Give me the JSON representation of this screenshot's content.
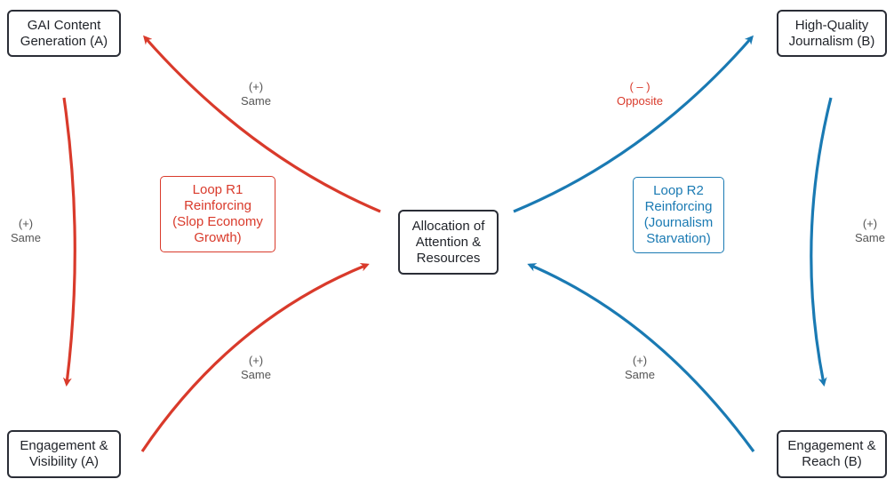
{
  "colors": {
    "red": "#d93a2b",
    "blue": "#1a7ab3",
    "node_border": "#2a2d36",
    "label_gray": "#555555"
  },
  "nodes": {
    "gai": "GAI Content\nGeneration (A)",
    "hq": "High-Quality\nJournalism (B)",
    "center": "Allocation of\nAttention &\nResources",
    "eng_a": "Engagement &\nVisibility (A)",
    "eng_b": "Engagement &\nReach (B)"
  },
  "loops": {
    "r1": "Loop R1\nReinforcing\n(Slop Economy\nGrowth)",
    "r2": "Loop R2\nReinforcing\n(Journalism\nStarvation)"
  },
  "links": {
    "center_to_gai": {
      "sign": "(+)",
      "kind": "Same"
    },
    "gai_to_eng_a": {
      "sign": "(+)",
      "kind": "Same"
    },
    "eng_a_to_center": {
      "sign": "(+)",
      "kind": "Same"
    },
    "center_to_hq": {
      "sign": "( – )",
      "kind": "Opposite"
    },
    "hq_to_eng_b": {
      "sign": "(+)",
      "kind": "Same"
    },
    "eng_b_to_center": {
      "sign": "(+)",
      "kind": "Same"
    }
  }
}
